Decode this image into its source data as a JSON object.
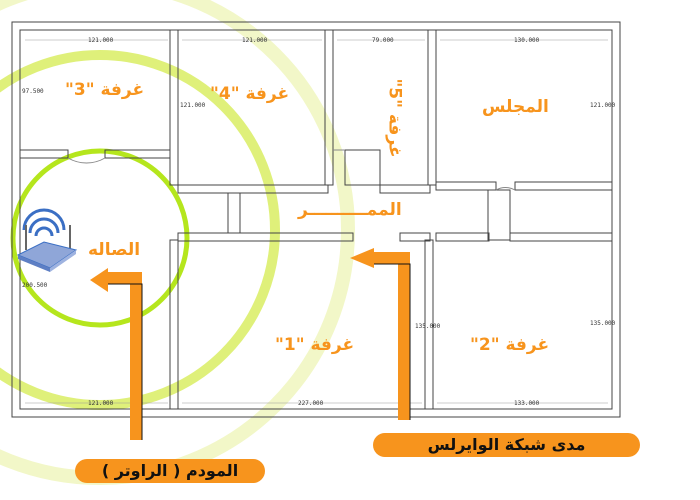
{
  "rooms": {
    "room3": "غرفة \"3\"",
    "room4": "غرفة \"4\"",
    "room5": "غرفة \"5\"",
    "majlis": "المجلس",
    "corridor": "الممــــــــــر",
    "hall": "الصاله",
    "room1": "غرفة \"1\"",
    "room2": "غرفة \"2\""
  },
  "dimensions": {
    "d1": "121.000",
    "d2": "121.000",
    "d3": "79.000",
    "d4": "130.000",
    "d5": "97.500",
    "d6": "121.000",
    "d7": "121.000",
    "d8": "200.500",
    "d9": "135.000",
    "d10": "135.000",
    "d11": "121.000",
    "d12": "227.000",
    "d13": "133.000"
  },
  "captions": {
    "wireless_range": "مدى شبكة الوايرلس",
    "modem_router": "المودم ( الراوتر )"
  },
  "colors": {
    "accent_orange": "#f7941d",
    "ring_outer": "#f2f7c8",
    "ring_middle": "#dff07a",
    "ring_inner": "#b5e61d",
    "wall": "#444444",
    "router_blue": "#3b6fc4"
  },
  "icons": {
    "router": "wifi-router-icon",
    "arrow": "up-left-arrow-icon"
  }
}
